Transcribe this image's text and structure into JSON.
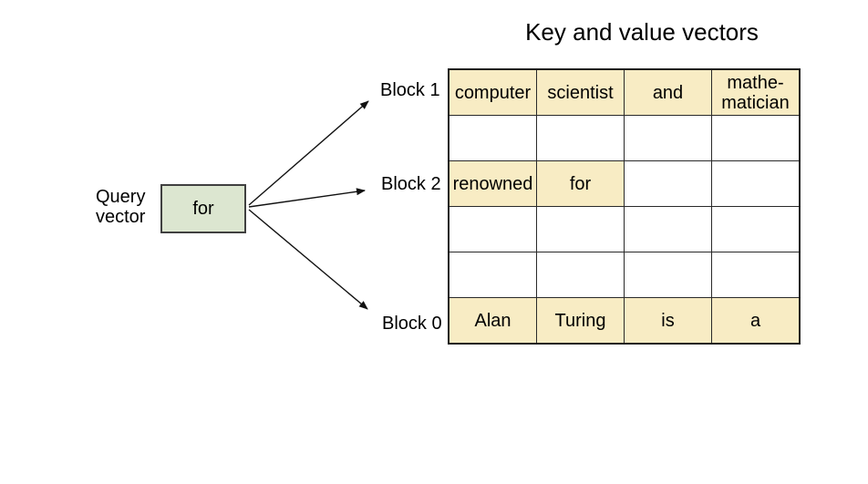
{
  "title": "Key and value vectors",
  "query_vector": {
    "label": "Query\nvector",
    "box_text": "for"
  },
  "block_labels": {
    "block1": "Block 1",
    "block2": "Block 2",
    "block0": "Block 0"
  },
  "table": {
    "rows": [
      {
        "cells": [
          {
            "text": "computer",
            "hl": true
          },
          {
            "text": "scientist",
            "hl": true
          },
          {
            "text": "and",
            "hl": true
          },
          {
            "text": "mathe-\nmatician",
            "hl": true
          }
        ]
      },
      {
        "cells": [
          {
            "text": "",
            "hl": false
          },
          {
            "text": "",
            "hl": false
          },
          {
            "text": "",
            "hl": false
          },
          {
            "text": "",
            "hl": false
          }
        ]
      },
      {
        "cells": [
          {
            "text": "renowned",
            "hl": true
          },
          {
            "text": "for",
            "hl": true
          },
          {
            "text": "",
            "hl": false
          },
          {
            "text": "",
            "hl": false
          }
        ]
      },
      {
        "cells": [
          {
            "text": "",
            "hl": false
          },
          {
            "text": "",
            "hl": false
          },
          {
            "text": "",
            "hl": false
          },
          {
            "text": "",
            "hl": false
          }
        ]
      },
      {
        "cells": [
          {
            "text": "",
            "hl": false
          },
          {
            "text": "",
            "hl": false
          },
          {
            "text": "",
            "hl": false
          },
          {
            "text": "",
            "hl": false
          }
        ]
      },
      {
        "cells": [
          {
            "text": "Alan",
            "hl": true
          },
          {
            "text": "Turing",
            "hl": true
          },
          {
            "text": "is",
            "hl": true
          },
          {
            "text": "a",
            "hl": true
          }
        ]
      }
    ]
  },
  "colors": {
    "highlight": "#f8ecc4",
    "query_box_fill": "#dce6d0"
  }
}
